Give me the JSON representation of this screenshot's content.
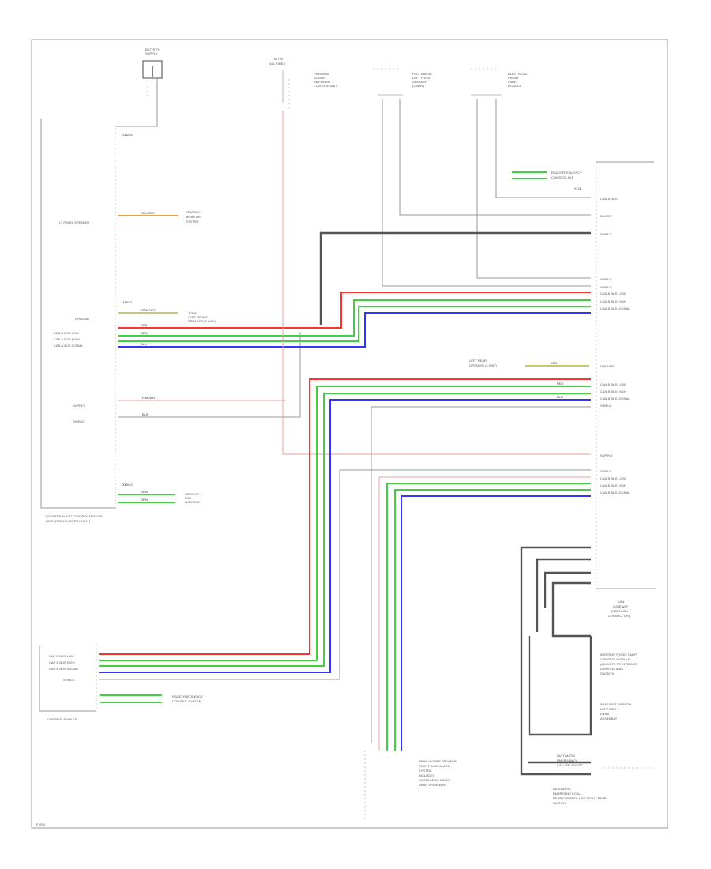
{
  "labels": {
    "battery": [
      "BATTERY",
      "SUPPLY"
    ],
    "fuse": [
      "HOT AT",
      "ALL TIMES"
    ],
    "relay_module": [
      "PREMIUM",
      "SOUND",
      "AMPLIFIER",
      "CONTROL UNIT"
    ],
    "left_speaker": [
      "FULL RANGE",
      "LEFT FRONT",
      "SPEAKER",
      "(2-WAY)"
    ],
    "right_speaker": [
      "ELECTRICAL",
      "FRONT",
      "PANEL",
      "MODULE"
    ],
    "ground_top": "GROUND",
    "lt_panel": "LT PANEL SPEAKER",
    "left_sys_1": [
      "SEAT BELT",
      "MONITOR",
      "SYSTEM"
    ],
    "ground_mid": "GROUND",
    "tweeter": [
      "TONE",
      "LEFT FRONT",
      "SPEAKER (2-WAY)"
    ],
    "bus_left": [
      "CAN B BUS LOW",
      "CAN B BUS HIGH",
      "CAN B BUS SIGNAL"
    ],
    "supply": "SUPPLY",
    "shield": "SHIELD",
    "left_pins_bottom": [
      "GROUND",
      "FOR",
      "LIGHTING"
    ],
    "left_module": [
      "BOOSTER AUDIO CONTROL MODULE",
      "UNIT (FRONT LOWER RIGHT)"
    ],
    "right_top_sys": [
      "RADIO FREQUENCY",
      "CONTROL SIG"
    ],
    "right_conn_labels": [
      "CAN B BUS",
      "BOOST",
      "SHIELD",
      "SHIELD",
      "SHIELD",
      "CAN B BUS LOW",
      "CAN B BUS HIGH",
      "CAN B BUS SIGNAL"
    ],
    "right_mid": [
      "GROUND",
      "CAN B BUS LOW",
      "CAN B BUS HIGH",
      "CAN B BUS SIGNAL",
      "SHIELD"
    ],
    "right_mid_sys": [
      "LEFT REAR",
      "SPEAKER (2-WAY)"
    ],
    "supply_r": "SUPPLY",
    "right_low": [
      "SHIELD",
      "CAN B BUS LOW",
      "CAN B BUS HIGH",
      "CAN B BUS SIGNAL"
    ],
    "right_module": [
      "CAN",
      "GATEWAY",
      "(DATA LINK",
      "CONNECTOR)"
    ],
    "right_b1": [
      "INTERIOR FRONT LAMP",
      "CONTROL MODULE",
      "(ADJUSTS TO INTERIOR",
      "LIGHTING AND",
      "SWITCH)"
    ],
    "right_b2": [
      "SEAT BELT SENSOR",
      "LEFT SIDE",
      "REAR",
      "ASSEMBLY"
    ],
    "right_b3": [
      "AUTOMATIC",
      "EMERGENCY",
      "CALL/TELEMATIC"
    ],
    "right_b4": [
      "AUTOMATIC",
      "EMERGENCY CALL",
      "REAR CONTROL UNIT RIGHT REAR",
      "SWITCH"
    ],
    "bottom_left_pins": [
      "CAN B BUS LOW",
      "CAN B BUS HIGH",
      "CAN B BUS SIGNAL",
      "SHIELD"
    ],
    "bottom_left_sys": [
      "RADIO FREQUENCY",
      "CONTROL SYSTEM"
    ],
    "control_module": "CONTROL MODULE",
    "bottom_center": [
      "REAR HIGHER SPEAKER",
      "(RIGHT SIDE) ALARM",
      "SYSTEM",
      "INCLUDES",
      "INSTRUMENT PANEL",
      "REAR SPEAKERS"
    ],
    "diagram_id": "F4930"
  },
  "wire_codes": {
    "yellow": "YEL/RED",
    "brown": "BRN/WHT",
    "pnk": "PNK/WHT",
    "red": "RED",
    "grn": "GRN",
    "blu": "BLU",
    "blk": "BLK",
    "brn": "BRN"
  },
  "colors": {
    "red": "#ff3030",
    "green": "#40d040",
    "blue": "#3535ff",
    "black": "#555555"
  }
}
